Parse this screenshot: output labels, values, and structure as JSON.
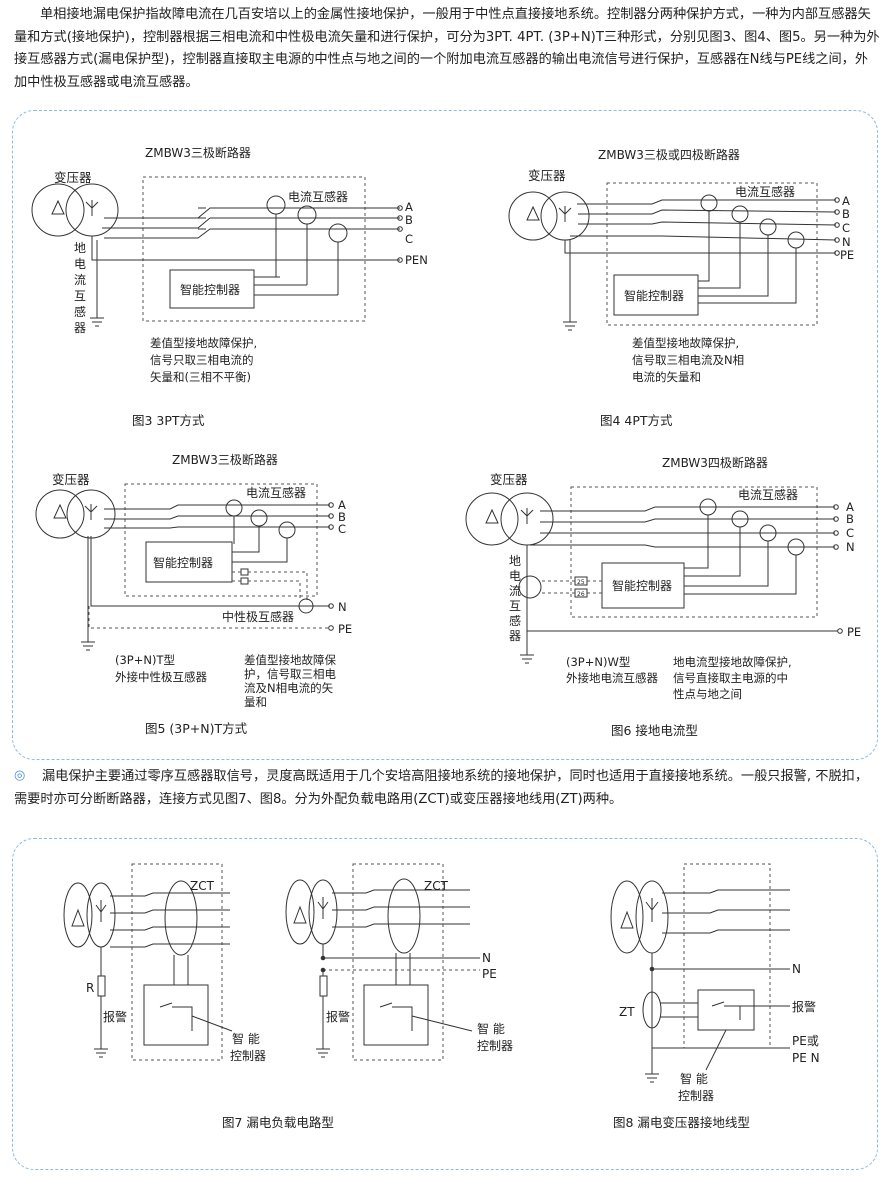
{
  "paragraph1": "单相接地漏电保护指故障电流在几百安培以上的金属性接地保护，一般用于中性点直接接地系统。控制器分两种保护方式，一种为内部互感器矢量和方式(接地保护)，控制器根据三相电流和中性极电流矢量和进行保护，可分为3PT. 4PT. (3P+N)T三种形式，分别见图3、图4、图5。另一种为外接互感器方式(漏电保护型)，控制器直接取主电源的中性点与地之间的一个附加电流互感器的输出电流信号进行保护，互感器在N线与PE线之间，外加中性极互感器或电流互感器。",
  "bullet": "◎",
  "paragraph2": "漏电保护主要通过零序互感器取信号，灵度高既适用于几个安培高阻接地系统的接地保护，同时也适用于直接接地系统。一般只报警, 不脱扣，需要时亦可分断断路器，连接方式见图7、图8。分为外配负载电路用(ZCT)或变压器接地线用(ZT)两种。",
  "fig3": {
    "breaker": "ZMBW3三极断路器",
    "transformer": "变压器",
    "ct": "电流互感器",
    "ground_ct": [
      "地",
      "电",
      "流",
      "互",
      "感",
      "器"
    ],
    "controller": "智能控制器",
    "lines": [
      "A",
      "B",
      "C",
      "PEN"
    ],
    "note": [
      "差值型接地故障保护,",
      "信号只取三相电流的",
      "矢量和(三相不平衡)"
    ],
    "caption": "图3   3PT方式"
  },
  "fig4": {
    "breaker": "ZMBW3三极或四极断路器",
    "transformer": "变压器",
    "ct": "电流互感器",
    "controller": "智能控制器",
    "lines": [
      "A",
      "B",
      "C",
      "N",
      "PE"
    ],
    "note": [
      "差值型接地故障保护,",
      "信号取三相电流及N相",
      "电流的矢量和"
    ],
    "caption": "图4   4PT方式"
  },
  "fig5": {
    "breaker": "ZMBW3三极断路器",
    "transformer": "变压器",
    "ct": "电流互感器",
    "controller": "智能控制器",
    "neutral_ct": "中性极互感器",
    "lines": [
      "A",
      "B",
      "C"
    ],
    "n_label": "N",
    "pe_label": "PE",
    "type_note": [
      "(3P+N)T型",
      "外接中性极互感器"
    ],
    "note": [
      "差值型接地故障保",
      "护，信号取三相电",
      "流及N相电流的矢",
      "量和"
    ],
    "caption": "图5   (3P+N)T方式"
  },
  "fig6": {
    "breaker": "ZMBW3四极断路器",
    "transformer": "变压器",
    "ct": "电流互感器",
    "ground_ct": [
      "地",
      "电",
      "流",
      "互",
      "感",
      "器"
    ],
    "controller": "智能控制器",
    "terminals": [
      "25",
      "26"
    ],
    "lines": [
      "A",
      "B",
      "C",
      "N"
    ],
    "pe_label": "PE",
    "type_note": [
      "(3P+N)W型",
      "外接地电流互感器"
    ],
    "note": [
      "地电流型接地故障保护,",
      "信号直接取主电源的中",
      "性点与地之间"
    ],
    "caption": "图6   接地电流型"
  },
  "fig7": {
    "zct_a": "ZCT",
    "zct_b": "ZCT",
    "r_label": "R",
    "alarm_a": "报警",
    "alarm_b": "报警",
    "n_label": "N",
    "pe_label": "PE",
    "ctrl_a": [
      "智  能",
      "控制器"
    ],
    "ctrl_b": [
      "智  能",
      "控制器"
    ],
    "caption": "图7   漏电负载电路型"
  },
  "fig8": {
    "zt": "ZT",
    "n_label": "N",
    "alarm": "报警",
    "pe": [
      "PE或",
      "PE N"
    ],
    "ctrl": [
      "智  能",
      "控制器"
    ],
    "caption": "图8   漏电变压器接地线型"
  }
}
